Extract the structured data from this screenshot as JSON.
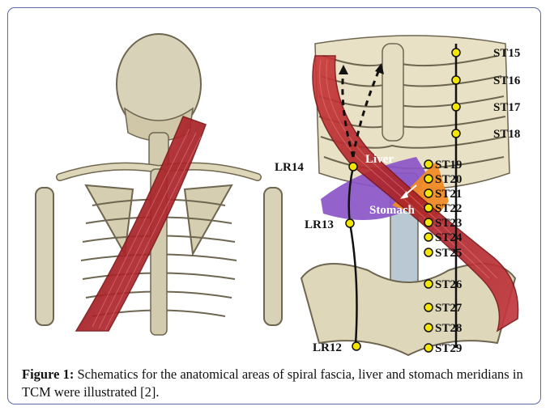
{
  "figure": {
    "organ_labels": {
      "liver": "Liver",
      "stomach": "Stomach"
    },
    "liver_points": [
      "LR14",
      "LR13",
      "LR12"
    ],
    "stomach_points": [
      "ST15",
      "ST16",
      "ST17",
      "ST18",
      "ST19",
      "ST20",
      "ST21",
      "ST22",
      "ST23",
      "ST24",
      "ST25",
      "ST26",
      "ST27",
      "ST28",
      "ST29"
    ],
    "colors": {
      "muscle": "#b52a2f",
      "bone": "#ddd6b8",
      "liver": "#8a55c7",
      "stomach": "#f08a25",
      "acupoint": "#f3e600",
      "frame": "#5a6aa6"
    }
  },
  "caption": {
    "label": "Figure 1:",
    "text": " Schematics for the anatomical areas of spiral fascia, liver and stomach meridians in TCM were illustrated [2]."
  }
}
